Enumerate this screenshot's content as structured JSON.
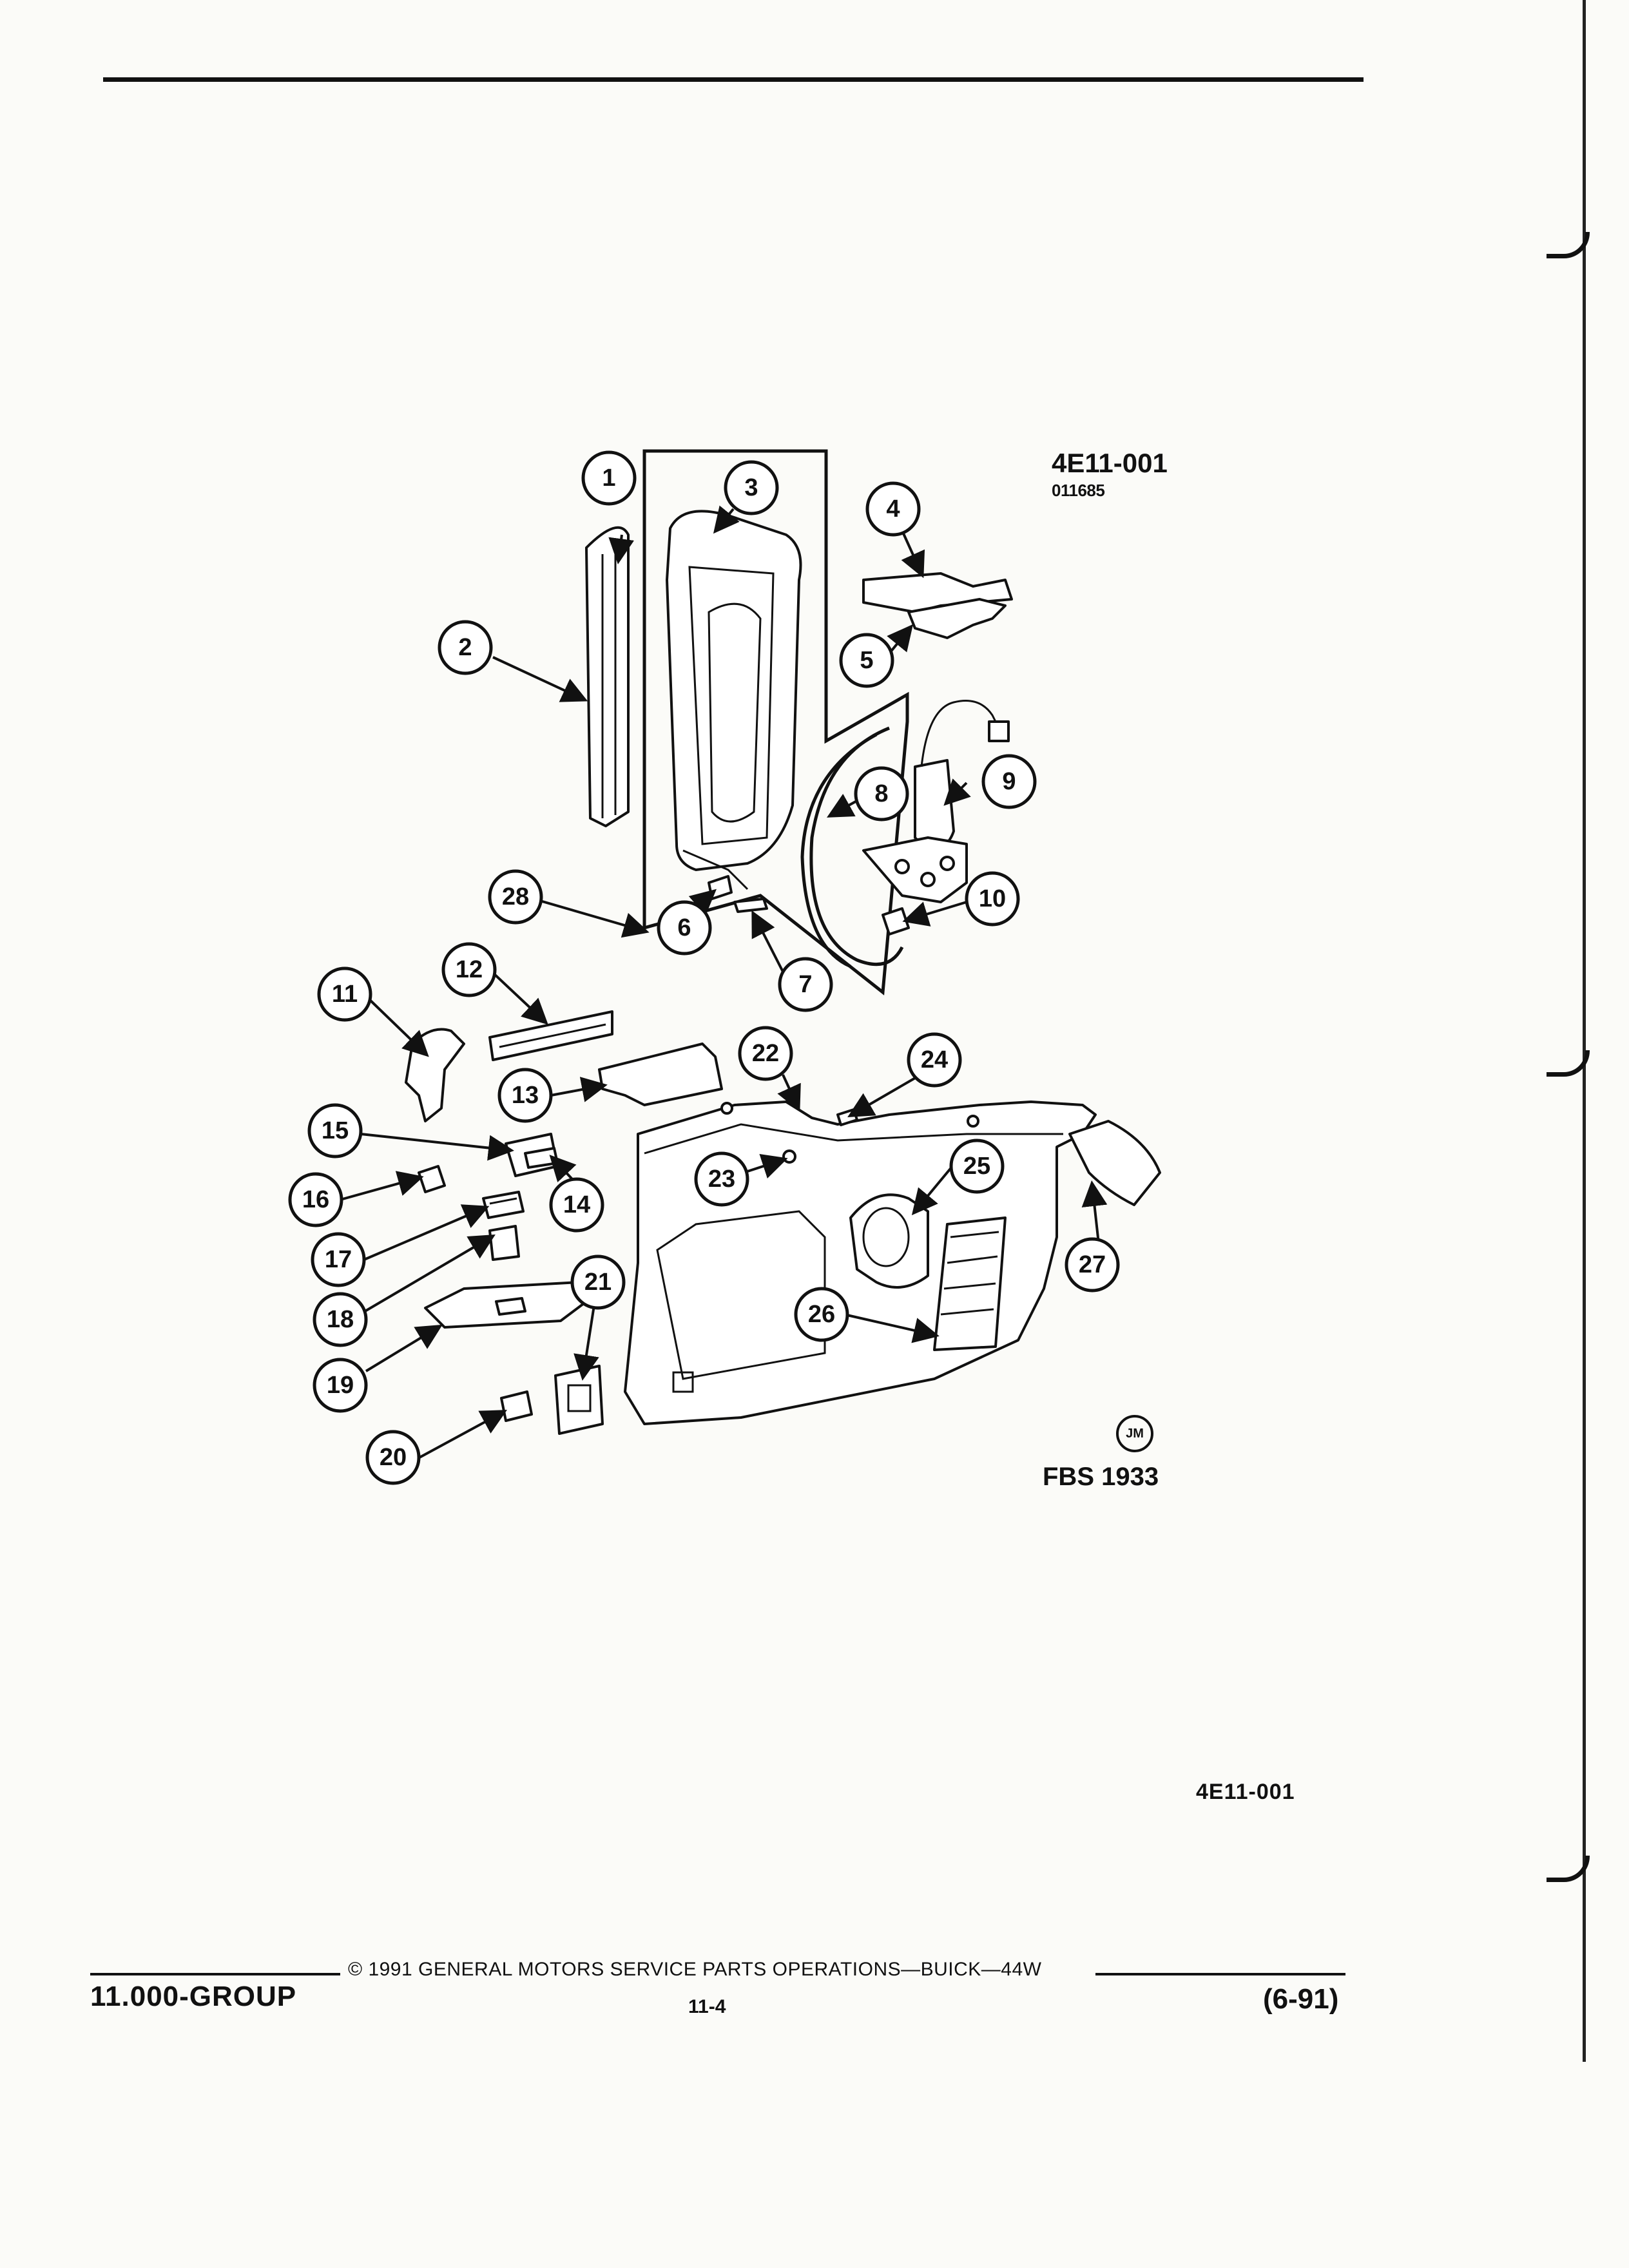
{
  "figure": {
    "id": "4E11-001",
    "code": "011685",
    "artist_mark": "JM",
    "fbs": "FBS 1933",
    "id_bottom": "4E11-001"
  },
  "callouts": [
    "1",
    "2",
    "3",
    "4",
    "5",
    "6",
    "7",
    "8",
    "9",
    "10",
    "11",
    "12",
    "13",
    "14",
    "15",
    "16",
    "17",
    "18",
    "19",
    "20",
    "21",
    "22",
    "23",
    "24",
    "25",
    "26",
    "27",
    "28"
  ],
  "footer": {
    "copyright": "© 1991  GENERAL MOTORS SERVICE PARTS OPERATIONS—BUICK—44W",
    "group": "11.000-GROUP",
    "page": "11-4",
    "date": "(6-91)"
  }
}
